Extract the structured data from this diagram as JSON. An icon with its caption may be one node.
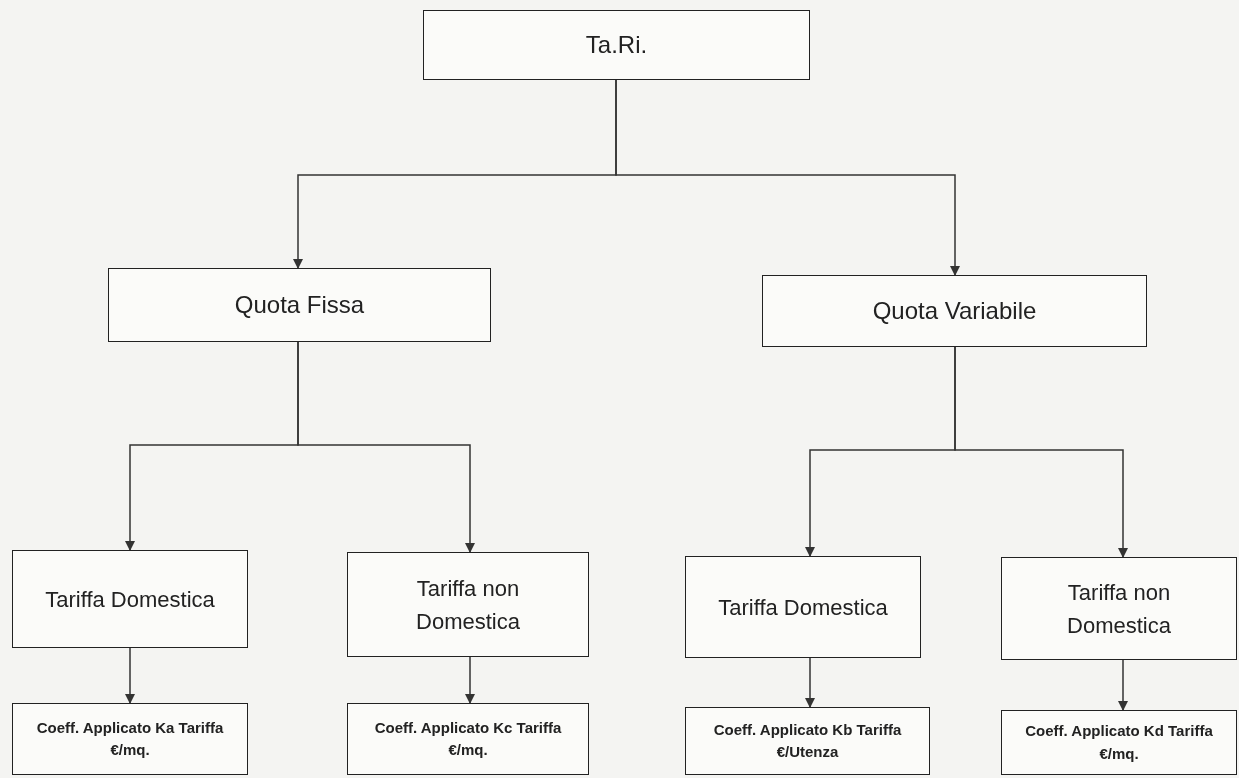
{
  "diagram": {
    "nodes": [
      {
        "text": [
          "Ta.Ri."
        ]
      },
      {
        "text": [
          "Quota Fissa"
        ]
      },
      {
        "text": [
          "Quota Variabile"
        ]
      },
      {
        "text": [
          "Tariffa Domestica"
        ]
      },
      {
        "text": [
          "Tariffa non Domestica"
        ]
      },
      {
        "text": [
          "Tariffa Domestica"
        ]
      },
      {
        "text": [
          "Tariffa non Domestica"
        ]
      },
      {
        "text": [
          "Coeff. Applicato Ka Tariffa €/mq."
        ]
      },
      {
        "text": [
          "Coeff. Applicato Kc Tariffa €/mq."
        ]
      },
      {
        "text": [
          "Coeff. Applicato Kb Tariffa €/Utenza"
        ]
      },
      {
        "text": [
          "Coeff. Applicato Kd Tariffa €/mq."
        ]
      }
    ],
    "edges": [
      {
        "from": 0,
        "to": 1,
        "arrow": "to"
      },
      {
        "from": 0,
        "to": 2,
        "arrow": "to"
      },
      {
        "from": 1,
        "to": 3,
        "arrow": "to"
      },
      {
        "from": 1,
        "to": 4,
        "arrow": "to"
      },
      {
        "from": 2,
        "to": 5,
        "arrow": "to"
      },
      {
        "from": 2,
        "to": 6,
        "arrow": "to"
      },
      {
        "from": 3,
        "to": 7,
        "arrow": "to"
      },
      {
        "from": 4,
        "to": 8,
        "arrow": "to"
      },
      {
        "from": 5,
        "to": 9,
        "arrow": "to"
      },
      {
        "from": 6,
        "to": 10,
        "arrow": "to"
      }
    ]
  }
}
